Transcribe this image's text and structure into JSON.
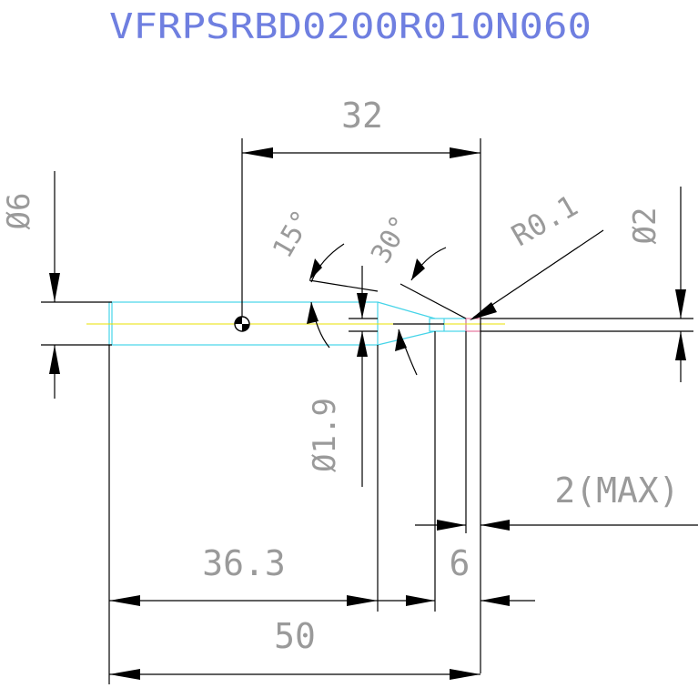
{
  "drawing": {
    "title": "VFRPSRBD0200R010N060",
    "dimensions": {
      "overall_length": "50",
      "body_length": "36.3",
      "reference_length": "32",
      "tip_length": "6",
      "max_length": "2(MAX)",
      "shank_diameter": "Ø6",
      "neck_diameter": "Ø1.9",
      "tip_diameter": "Ø2",
      "corner_radius": "R0.1",
      "angle_taper": "15°",
      "angle_tip": "30°"
    }
  },
  "colors": {
    "dimension": "#000000",
    "dimension_text": "#9a9a9a",
    "title": "#6f7fe0",
    "part_outline": "#46d4e8",
    "center_line": "#e8e000"
  }
}
